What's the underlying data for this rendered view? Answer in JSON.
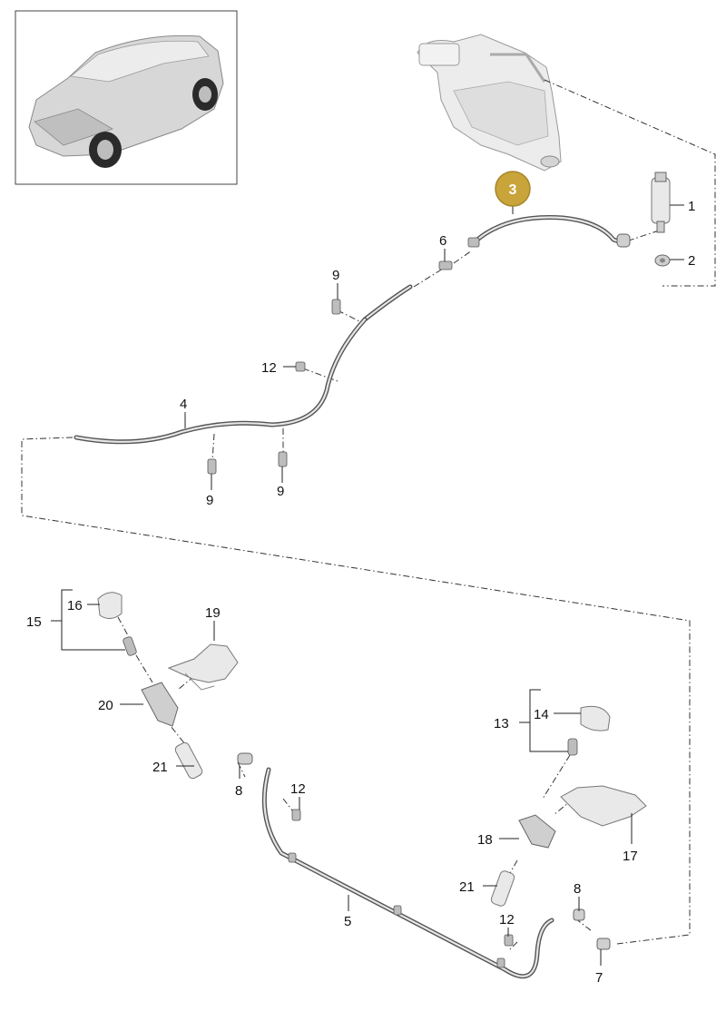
{
  "callouts": {
    "c1": "1",
    "c2": "2",
    "c3": "3",
    "c4": "4",
    "c5": "5",
    "c6": "6",
    "c7": "7",
    "c8a": "8",
    "c8b": "8",
    "c9a": "9",
    "c9b": "9",
    "c9c": "9",
    "c12a": "12",
    "c12b": "12",
    "c12c": "12",
    "c13": "13",
    "c14": "14",
    "c15": "15",
    "c16": "16",
    "c17": "17",
    "c18": "18",
    "c19": "19",
    "c20": "20",
    "c21a": "21",
    "c21b": "21"
  },
  "colors": {
    "highlight_fill": "#c9a43a",
    "highlight_stroke": "#a8862a",
    "highlight_text": "#ffffff",
    "line": "#222222"
  },
  "icons": {
    "vehicle": "suv-thumbnail-icon",
    "reservoir": "washer-fluid-reservoir-icon"
  }
}
